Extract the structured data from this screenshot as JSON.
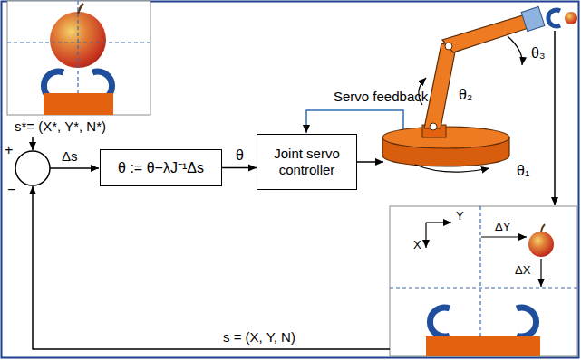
{
  "diagram": {
    "nodes": [
      {
        "text": [
          "θ := θ−λJ⁻¹Δs"
        ]
      },
      {
        "text": [
          "Joint servo controller"
        ]
      }
    ],
    "edges": [
      {
        "from": 0,
        "to": 1,
        "arrow": "to",
        "label": "θ"
      }
    ],
    "labels": [
      "s*= (X*, Y*, N*)",
      "+",
      "−",
      "Δs",
      "Servo feedback",
      "θ₃",
      "θ₂",
      "θ₁",
      "Y",
      "X",
      "ΔY",
      "ΔX",
      "s = (X, Y, N)"
    ]
  }
}
